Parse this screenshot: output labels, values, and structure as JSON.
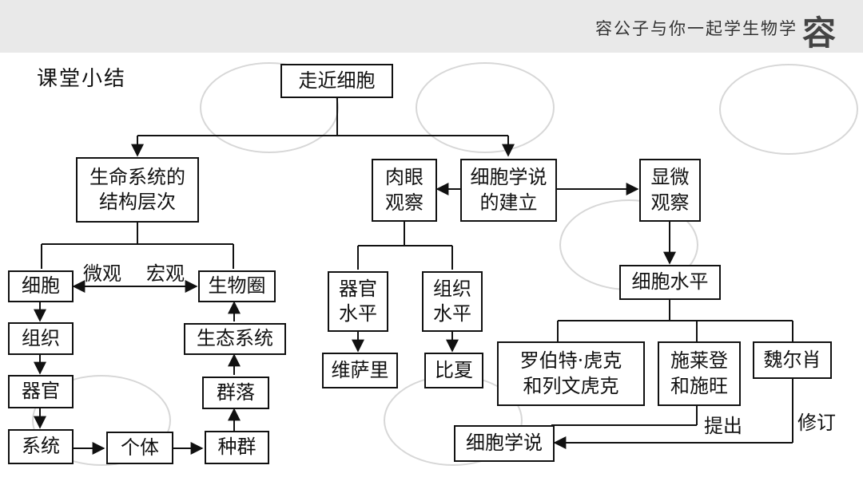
{
  "header": {
    "brand_text": "容公子与你一起学生物学",
    "brand_logo": "容"
  },
  "page_title": "课堂小结",
  "nodes": {
    "root": "走近细胞",
    "structure_levels": "生命系统的\n结构层次",
    "naked_eye": "肉眼\n观察",
    "cell_theory_founding": "细胞学说\n的建立",
    "microscope": "显微\n观察",
    "cell": "细胞",
    "biosphere": "生物圈",
    "tissue": "组织",
    "organ": "器官",
    "system": "系统",
    "individual": "个体",
    "population": "种群",
    "community": "群落",
    "ecosystem": "生态系统",
    "organ_level": "器官\n水平",
    "tissue_level": "组织\n水平",
    "vesalius": "维萨里",
    "bichat": "比夏",
    "cell_level": "细胞水平",
    "hooke_leeuwenhoek": "罗伯特·虎克\n和列文虎克",
    "schleiden_schwann": "施莱登\n和施旺",
    "virchow": "魏尔肖",
    "cell_theory": "细胞学说"
  },
  "edge_labels": {
    "micro": "微观",
    "macro": "宏观",
    "propose": "提出",
    "revise": "修订"
  }
}
